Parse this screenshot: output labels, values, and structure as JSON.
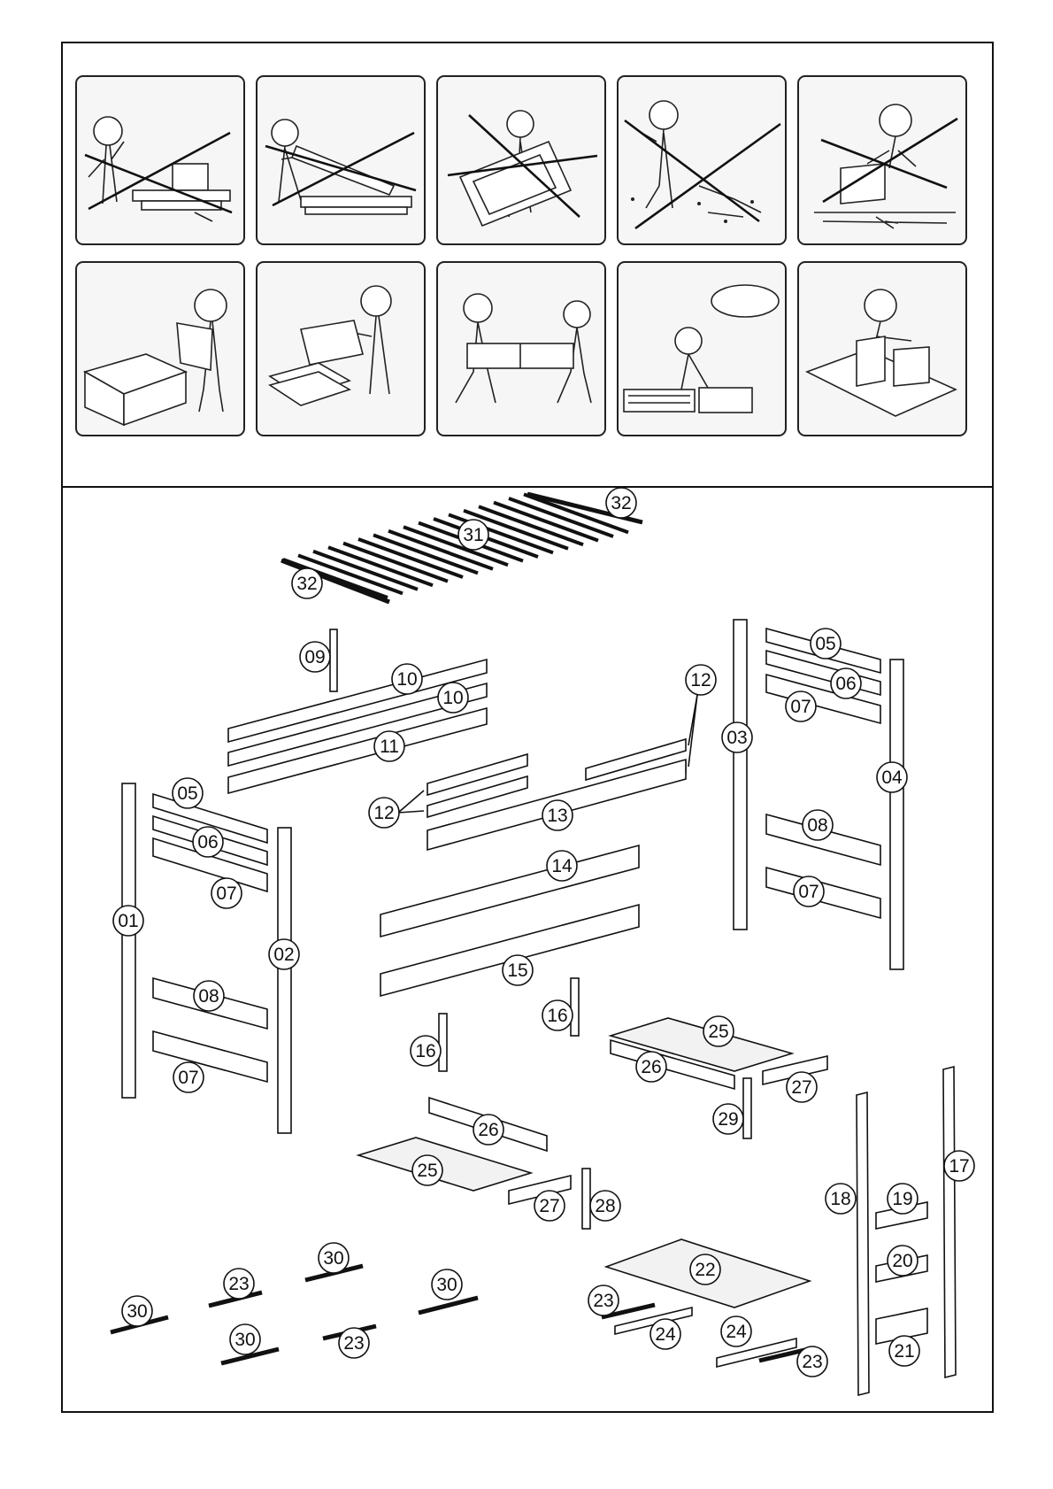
{
  "instruction_panels": {
    "dont": [
      {
        "icon": "computer-workstation-icon"
      },
      {
        "icon": "board-lifting-icon"
      },
      {
        "icon": "panel-carry-icon"
      },
      {
        "icon": "tools-on-floor-icon"
      },
      {
        "icon": "rough-floor-icon"
      }
    ],
    "do": [
      {
        "icon": "read-instructions-icon"
      },
      {
        "icon": "stack-panels-icon"
      },
      {
        "icon": "two-person-carry-icon"
      },
      {
        "icon": "sort-hardware-icon"
      },
      {
        "icon": "assemble-on-mat-icon"
      }
    ]
  },
  "parts": {
    "p32a": "32",
    "p31": "31",
    "p32b": "32",
    "p09": "09",
    "p10a": "10",
    "p10b": "10",
    "p11": "11",
    "p12a": "12",
    "p12b": "12",
    "p13": "13",
    "p05a": "05",
    "p06a": "06",
    "p07a": "07",
    "p01": "01",
    "p02": "02",
    "p08a": "08",
    "p07b": "07",
    "p03": "03",
    "p05b": "05",
    "p06b": "06",
    "p07c": "07",
    "p04": "04",
    "p08b": "08",
    "p07d": "07",
    "p14": "14",
    "p15": "15",
    "p16a": "16",
    "p16b": "16",
    "p25a": "25",
    "p26a": "26",
    "p27a": "27",
    "p29": "29",
    "p26b": "26",
    "p25b": "25",
    "p27b": "27",
    "p28": "28",
    "p18": "18",
    "p17": "17",
    "p19": "19",
    "p20": "20",
    "p21": "21",
    "p22": "22",
    "p30a": "30",
    "p23a": "23",
    "p30b": "30",
    "p30c": "30",
    "p30d": "30",
    "p23b": "23",
    "p23c": "23",
    "p24a": "24",
    "p24b": "24",
    "p23d": "23"
  }
}
